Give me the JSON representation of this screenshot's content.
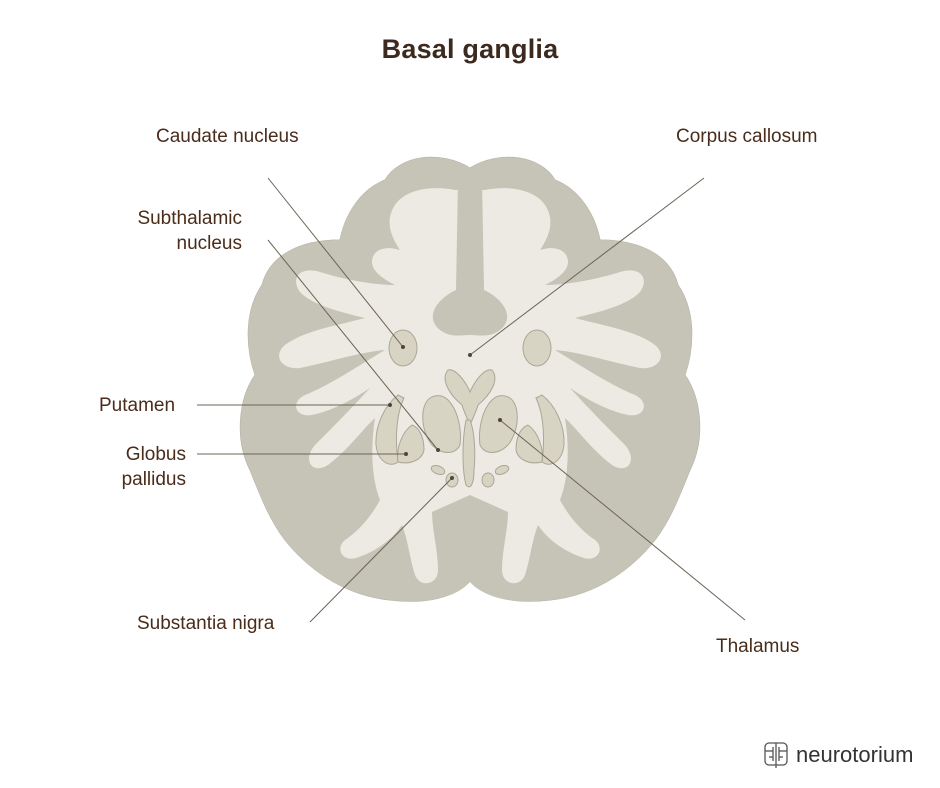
{
  "title": "Basal ganglia",
  "labels": {
    "caudate": "Caudate nucleus",
    "corpus": "Corpus callosum",
    "subthalamic_1": "Subthalamic",
    "subthalamic_2": "nucleus",
    "putamen": "Putamen",
    "globus_1": "Globus",
    "globus_2": "pallidus",
    "substantia": "Substantia nigra",
    "thalamus": "Thalamus"
  },
  "brand": {
    "name": "neurotorium",
    "icon": "brain-logo-icon"
  },
  "colors": {
    "gray_matter": "#c6c4b6",
    "white_matter": "#eceae3",
    "nuclei": "#d8d4c3",
    "outline": "#a9a799",
    "leader_line": "#6b6457",
    "text": "#4a2c1a"
  }
}
